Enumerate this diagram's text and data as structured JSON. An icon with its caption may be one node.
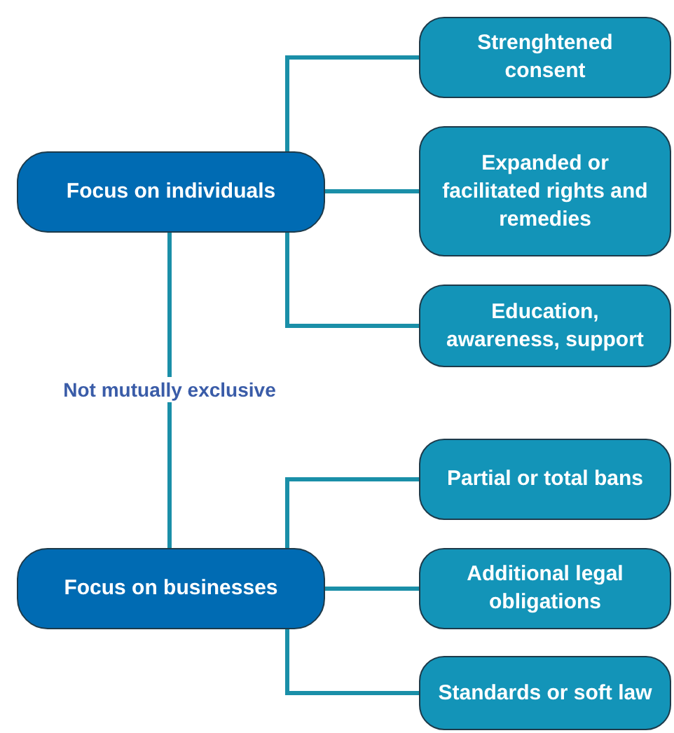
{
  "diagram": {
    "nodes": [
      {
        "text": [
          "Focus on individuals"
        ]
      },
      {
        "text": [
          "Strenghtened consent"
        ]
      },
      {
        "text": [
          "Expanded or facilitated rights and remedies"
        ]
      },
      {
        "text": [
          "Education, awareness, support"
        ]
      },
      {
        "text": [
          "Focus on businesses"
        ]
      },
      {
        "text": [
          "Partial or total bans"
        ]
      },
      {
        "text": [
          "Additional legal obligations"
        ]
      },
      {
        "text": [
          "Standards or soft law"
        ]
      }
    ],
    "edges": [
      {
        "from": 0,
        "to": 1,
        "arrow": "none"
      },
      {
        "from": 0,
        "to": 2,
        "arrow": "none"
      },
      {
        "from": 0,
        "to": 3,
        "arrow": "none"
      },
      {
        "from": 0,
        "to": 4,
        "label": "Not mutually exclusive",
        "arrow": "none"
      },
      {
        "from": 4,
        "to": 5,
        "arrow": "none"
      },
      {
        "from": 4,
        "to": 6,
        "arrow": "none"
      },
      {
        "from": 4,
        "to": 7,
        "arrow": "none"
      }
    ]
  }
}
